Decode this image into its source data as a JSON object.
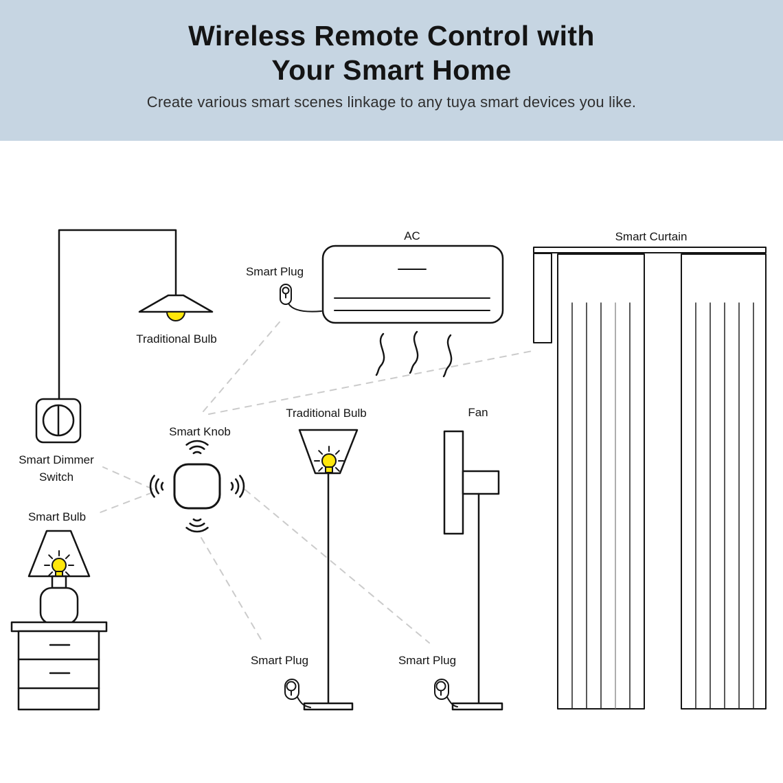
{
  "header": {
    "title_line1": "Wireless Remote Control with",
    "title_line2": "Your Smart Home",
    "subtitle": "Create various smart scenes linkage to any tuya smart devices you like.",
    "bg_color": "#c6d5e2"
  },
  "colors": {
    "bulb_yellow": "#ffe70b",
    "outline": "#141414",
    "dashed": "#cbcbcb",
    "fold_gray": "#9a9a9a"
  },
  "diagram": {
    "labels": {
      "pendant_bulb": "Traditional Bulb",
      "smart_plug_ac": "Smart Plug",
      "ac": "AC",
      "smart_curtain": "Smart Curtain",
      "smart_knob": "Smart Knob",
      "smart_dimmer_line1": "Smart Dimmer",
      "smart_dimmer_line2": "Switch",
      "smart_bulb": "Smart Bulb",
      "floor_bulb": "Traditional Bulb",
      "fan": "Fan",
      "smart_plug_floor": "Smart Plug",
      "smart_plug_fan": "Smart Plug"
    }
  }
}
